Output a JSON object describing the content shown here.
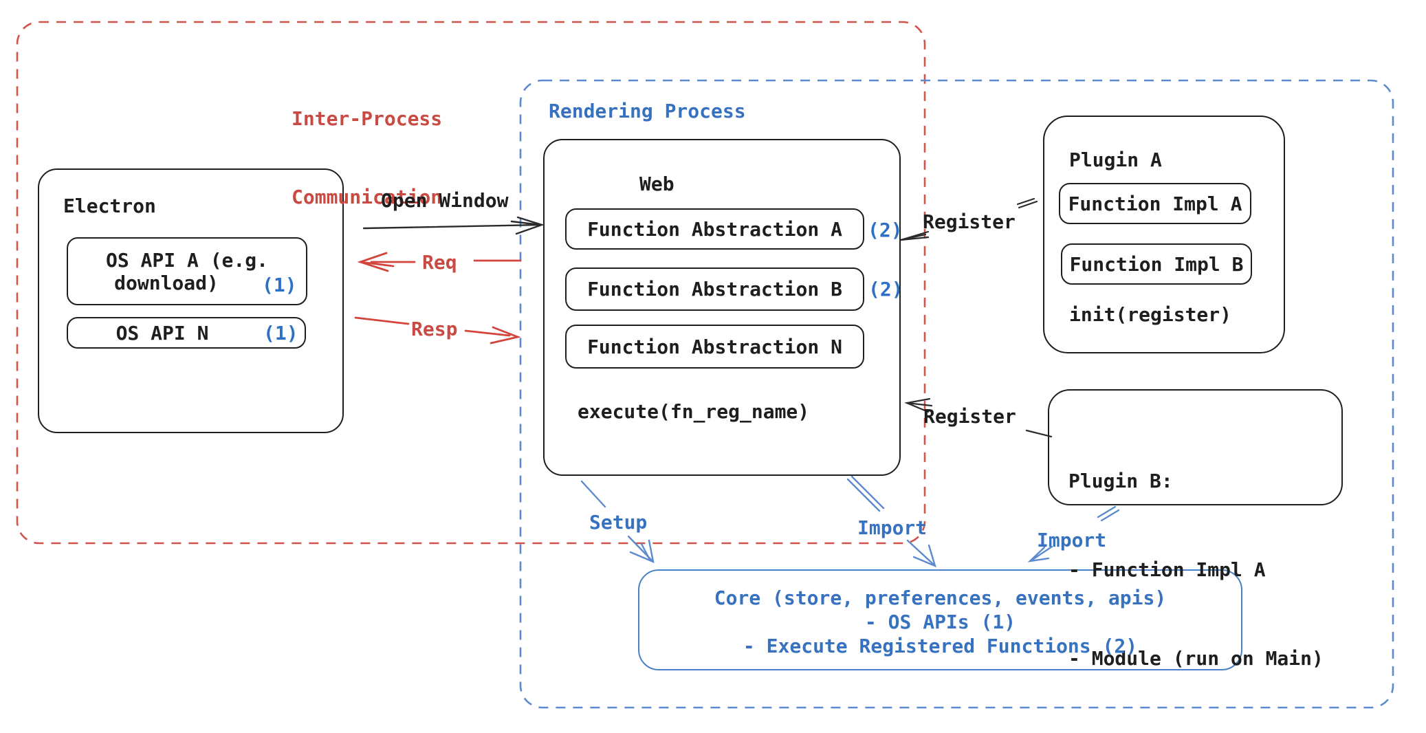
{
  "colors": {
    "black": "#1e1e1e",
    "red": "#c94a43",
    "blue": "#3672bf",
    "blue_dash": "#5b8ace",
    "core_border": "#4a80c8"
  },
  "regions": {
    "ipc": {
      "line1": "Inter-Process",
      "line2": "Communication"
    },
    "rendering": {
      "label": "Rendering Process"
    }
  },
  "electron": {
    "title": "Electron",
    "api_a_line1": "OS API A (e.g.",
    "api_a_line2": "download)",
    "api_a_badge": "(1)",
    "api_n_label": "OS API N",
    "api_n_badge": "(1)"
  },
  "web": {
    "title": "Web",
    "items": [
      {
        "label": "Function Abstraction A",
        "badge": "(2)"
      },
      {
        "label": "Function Abstraction B",
        "badge": "(2)"
      },
      {
        "label": "Function Abstraction N",
        "badge": ""
      }
    ],
    "footer": "execute(fn_reg_name)"
  },
  "plugin_a": {
    "title": "Plugin A",
    "impl_a": "Function Impl A",
    "impl_b": "Function Impl B",
    "footer": "init(register)"
  },
  "plugin_b": {
    "title": "Plugin B:",
    "line1": "- Function Impl A",
    "line2": "- Module (run on Main)"
  },
  "core": {
    "line1": "Core (store, preferences, events, apis)",
    "line2": "- OS APIs (1)",
    "line3": "- Execute Registered Functions (2)"
  },
  "connectors": {
    "open_window": "Open Window",
    "req": "Req",
    "resp": "Resp",
    "register_plugin_a": "Register",
    "register_plugin_b": "Register",
    "setup": "Setup",
    "import_web": "Import",
    "import_plugin_b": "Import"
  }
}
